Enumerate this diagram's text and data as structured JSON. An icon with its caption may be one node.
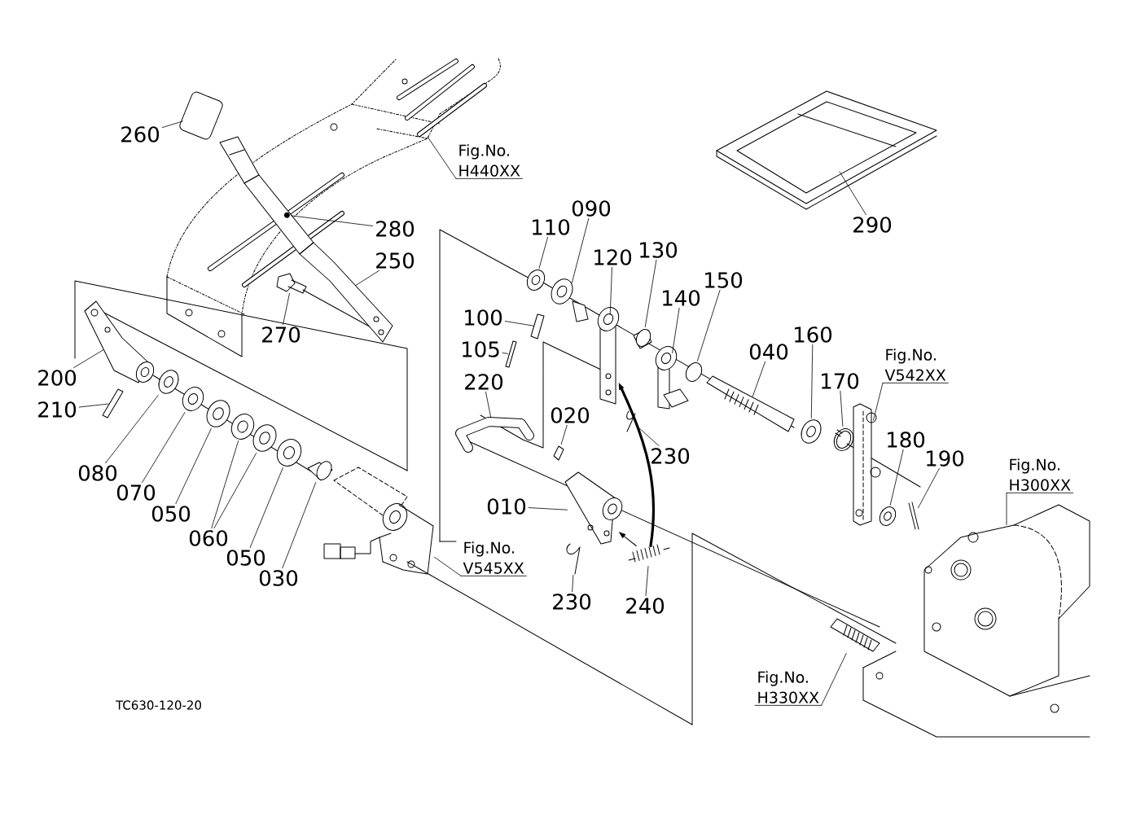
{
  "diagram": {
    "nodes": [
      {
        "text": [
          "260"
        ]
      },
      {
        "text": [
          "280"
        ]
      },
      {
        "text": [
          "250"
        ]
      },
      {
        "text": [
          "270"
        ]
      },
      {
        "text": [
          "Fig.No.",
          "H440XX"
        ]
      },
      {
        "text": [
          "110"
        ]
      },
      {
        "text": [
          "090"
        ]
      },
      {
        "text": [
          "120"
        ]
      },
      {
        "text": [
          "130"
        ]
      },
      {
        "text": [
          "140"
        ]
      },
      {
        "text": [
          "150"
        ]
      },
      {
        "text": [
          "100"
        ]
      },
      {
        "text": [
          "105"
        ]
      },
      {
        "text": [
          "220"
        ]
      },
      {
        "text": [
          "040"
        ]
      },
      {
        "text": [
          "160"
        ]
      },
      {
        "text": [
          "170"
        ]
      },
      {
        "text": [
          "Fig.No.",
          "V542XX"
        ]
      },
      {
        "text": [
          "020"
        ]
      },
      {
        "text": [
          "230"
        ]
      },
      {
        "text": [
          "180"
        ]
      },
      {
        "text": [
          "190"
        ]
      },
      {
        "text": [
          "Fig.No.",
          "H300XX"
        ]
      },
      {
        "text": [
          "010"
        ]
      },
      {
        "text": [
          "200"
        ]
      },
      {
        "text": [
          "210"
        ]
      },
      {
        "text": [
          "080"
        ]
      },
      {
        "text": [
          "070"
        ]
      },
      {
        "text": [
          "050"
        ]
      },
      {
        "text": [
          "060"
        ]
      },
      {
        "text": [
          "050"
        ]
      },
      {
        "text": [
          "030"
        ]
      },
      {
        "text": [
          "Fig.No.",
          "V545XX"
        ]
      },
      {
        "text": [
          "230"
        ]
      },
      {
        "text": [
          "240"
        ]
      },
      {
        "text": [
          "Fig.No.",
          "H330XX"
        ]
      },
      {
        "text": [
          "290"
        ]
      },
      {
        "text": [],
        "shape": "picture"
      },
      {
        "text": [],
        "shape": "picture"
      },
      {
        "text": [],
        "shape": "picture"
      },
      {
        "text": [],
        "shape": "picture"
      },
      {
        "text": [],
        "shape": "picture"
      },
      {
        "text": [],
        "shape": "picture"
      },
      {
        "text": [],
        "shape": "picture"
      },
      {
        "text": [],
        "shape": "picture"
      },
      {
        "text": [],
        "shape": "picture"
      },
      {
        "text": [],
        "shape": "picture"
      },
      {
        "text": [],
        "shape": "picture"
      },
      {
        "text": [],
        "shape": "picture"
      },
      {
        "text": [],
        "shape": "picture"
      },
      {
        "text": [],
        "shape": "picture"
      },
      {
        "text": [],
        "shape": "picture"
      },
      {
        "text": [],
        "shape": "picture"
      },
      {
        "text": [],
        "shape": "picture"
      },
      {
        "text": [],
        "shape": "picture"
      },
      {
        "text": [],
        "shape": "picture"
      },
      {
        "text": [],
        "shape": "picture"
      },
      {
        "text": [],
        "shape": "picture"
      },
      {
        "text": [],
        "shape": "picture"
      },
      {
        "text": [],
        "shape": "picture"
      },
      {
        "text": [],
        "shape": "picture"
      },
      {
        "text": [],
        "shape": "picture"
      },
      {
        "text": [],
        "shape": "picture"
      },
      {
        "text": [],
        "shape": "picture"
      },
      {
        "text": [],
        "shape": "picture"
      },
      {
        "text": [],
        "shape": "picture"
      },
      {
        "text": [],
        "shape": "picture"
      },
      {
        "text": [],
        "shape": "picture"
      },
      {
        "text": [],
        "shape": "picture"
      },
      {
        "text": [],
        "shape": "picture"
      },
      {
        "text": [],
        "shape": "picture"
      },
      {
        "text": [],
        "shape": "picture"
      },
      {
        "text": [],
        "shape": "picture"
      },
      {
        "text": [],
        "shape": "picture"
      }
    ],
    "edges": [
      {
        "from": 0,
        "to": 37,
        "arrow": "none"
      },
      {
        "from": 1,
        "to": 38,
        "arrow": "none"
      },
      {
        "from": 2,
        "to": 39,
        "arrow": "none"
      },
      {
        "from": 3,
        "to": 40,
        "arrow": "none"
      },
      {
        "from": 4,
        "to": null,
        "arrow": "none"
      },
      {
        "from": 5,
        "to": 41,
        "arrow": "none"
      },
      {
        "from": 6,
        "to": 42,
        "arrow": "none"
      },
      {
        "from": 7,
        "to": 43,
        "arrow": "none"
      },
      {
        "from": 8,
        "to": 44,
        "arrow": "none"
      },
      {
        "from": 9,
        "to": 45,
        "arrow": "none"
      },
      {
        "from": 10,
        "to": 46,
        "arrow": "none"
      },
      {
        "from": 11,
        "to": 47,
        "arrow": "none"
      },
      {
        "from": 12,
        "to": 48,
        "arrow": "none"
      },
      {
        "from": 13,
        "to": 49,
        "arrow": "none"
      },
      {
        "from": 14,
        "to": 50,
        "arrow": "none"
      },
      {
        "from": 15,
        "to": 51,
        "arrow": "none"
      },
      {
        "from": 16,
        "to": 52,
        "arrow": "none"
      },
      {
        "from": 17,
        "to": 70,
        "arrow": "none"
      },
      {
        "from": 18,
        "to": 53,
        "arrow": "none"
      },
      {
        "from": 19,
        "to": 54,
        "arrow": "none"
      },
      {
        "from": 20,
        "to": 55,
        "arrow": "none"
      },
      {
        "from": 21,
        "to": 56,
        "arrow": "none"
      },
      {
        "from": 22,
        "to": 71,
        "arrow": "none"
      },
      {
        "from": 23,
        "to": 57,
        "arrow": "none"
      },
      {
        "from": 24,
        "to": 58,
        "arrow": "none"
      },
      {
        "from": 25,
        "to": 59,
        "arrow": "none"
      },
      {
        "from": 26,
        "to": 60,
        "arrow": "none"
      },
      {
        "from": 27,
        "to": 61,
        "arrow": "none"
      },
      {
        "from": 28,
        "to": 62,
        "arrow": "none"
      },
      {
        "from": 29,
        "to": 63,
        "arrow": "none"
      },
      {
        "from": 29,
        "to": 64,
        "arrow": "none"
      },
      {
        "from": 30,
        "to": 65,
        "arrow": "none"
      },
      {
        "from": 31,
        "to": 66,
        "arrow": "none"
      },
      {
        "from": 32,
        "to": 72,
        "arrow": "none"
      },
      {
        "from": 33,
        "to": 67,
        "arrow": "none"
      },
      {
        "from": 34,
        "to": 68,
        "arrow": "none"
      },
      {
        "from": 35,
        "to": 73,
        "arrow": "none"
      },
      {
        "from": 36,
        "to": 69,
        "arrow": "none"
      },
      {
        "from": 68,
        "to": 43,
        "arrow": "to",
        "style": "thick"
      },
      {
        "from": 68,
        "to": 57,
        "arrow": "to"
      }
    ],
    "labels": [
      "TC630-120-20"
    ]
  }
}
